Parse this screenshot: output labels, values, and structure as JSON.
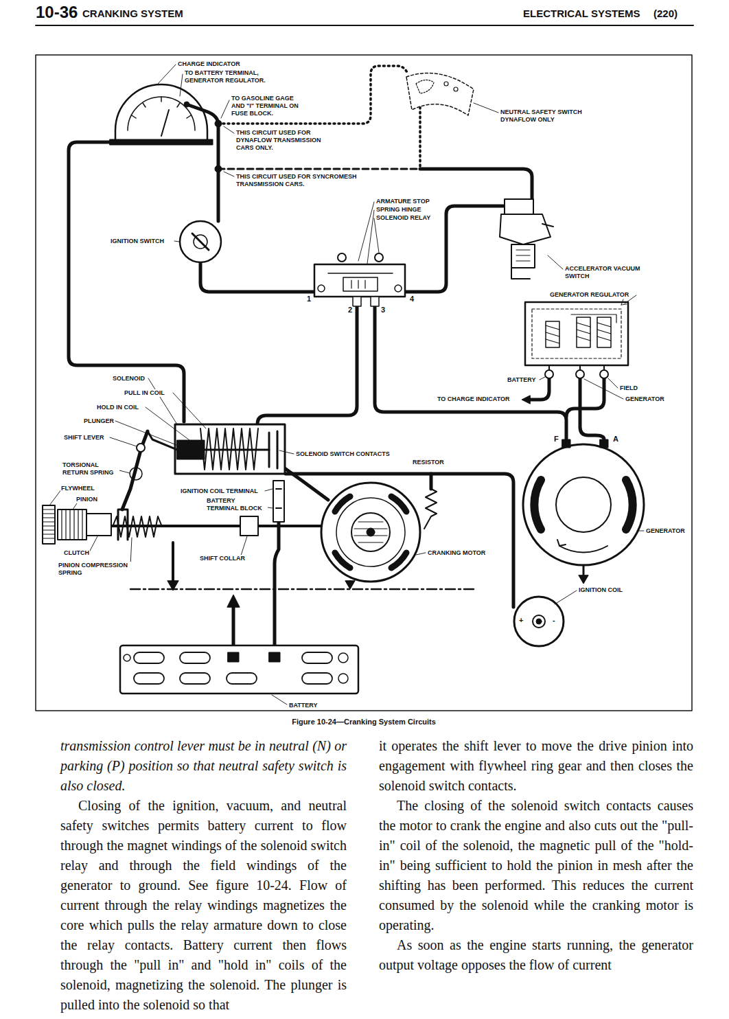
{
  "diagram": {
    "caption": "Figure 10-24—Cranking System Circuits",
    "labels": [
      "10-36",
      "CRANKING SYSTEM",
      "ELECTRICAL SYSTEMS",
      "(220)",
      "CHARGE INDICATOR",
      "TO BATTERY TERMINAL, GENERATOR REGULATOR.",
      "TO GASOLINE GAGE AND \"I\" TERMINAL ON FUSE BLOCK.",
      "THIS CIRCUIT USED FOR DYNAFLOW TRANSMISSION CARS ONLY.",
      "THIS CIRCUIT USED FOR SYNCROMESH TRANSMISSION CARS.",
      "NEUTRAL SAFETY SWITCH DYNAFLOW ONLY",
      "IGNITION SWITCH",
      "ARMATURE STOP",
      "SPRING HINGE",
      "SOLENOID RELAY",
      "ACCELERATOR VACUUM SWITCH",
      "GENERATOR REGULATOR",
      "1",
      "4",
      "2",
      "3",
      "SOLENOID",
      "PULL IN COIL",
      "HOLD IN COIL",
      "PLUNGER",
      "SHIFT LEVER",
      "TORSIONAL RETURN SPRING",
      "FLYWHEEL",
      "PINION",
      "SOLENOID SWITCH CONTACTS",
      "IGNITION COIL TERMINAL",
      "BATTERY TERMINAL BLOCK",
      "RESISTOR",
      "CLUTCH",
      "PINION COMPRESSION SPRING",
      "SHIFT COLLAR",
      "CRANKING MOTOR",
      "BATTERY",
      "TO CHARGE INDICATOR",
      "FIELD",
      "GENERATOR",
      "F",
      "A",
      "GENERATOR",
      "IGNITION COIL",
      "+",
      "-",
      "BATTERY",
      "transmission control lever must be in neutral (N) or parking (P) position so that neutral safety switch is also closed.",
      "Closing of the ignition, vacuum, and neutral safety switches permits battery current to flow through the magnet windings of the solenoid switch relay and through the field windings of the generator to ground. See figure 10-24. Flow of current through the relay windings magnetizes the core which pulls the relay armature down to close the relay contacts. Battery current then flows through the \"pull in\" and \"hold in\" coils of the solenoid, magnetizing the solenoid. The plunger is pulled into the solenoid so that",
      "it operates the shift lever to move the drive pinion into engagement with flywheel ring gear and then closes the solenoid switch contacts.",
      "The closing of the solenoid switch contacts causes the motor to crank the engine and also cuts out the \"pull-in\" coil of the solenoid, the magnetic pull of the \"hold-in\" being sufficient to hold the pinion in mesh after the shifting has been performed. This reduces the current consumed by the solenoid while the cranking motor is operating.",
      "As soon as the engine starts running, the generator output voltage opposes the flow of current"
    ]
  }
}
